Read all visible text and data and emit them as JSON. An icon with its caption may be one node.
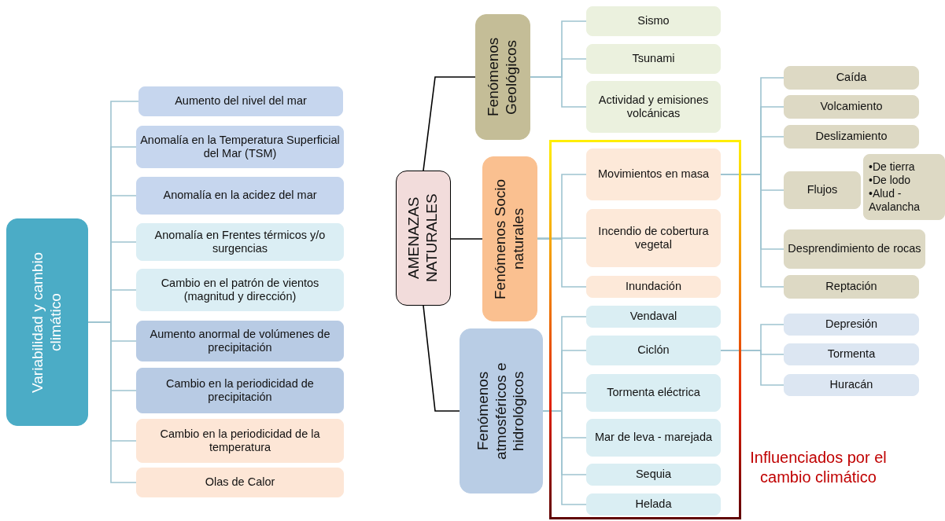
{
  "diagram": {
    "nodes": [
      {
        "text": [
          "Variabilidad y cambio climático"
        ]
      },
      {
        "text": [
          "Aumento del nivel del mar"
        ]
      },
      {
        "text": [
          "Anomalía en la Temperatura Superficial del Mar (TSM)"
        ]
      },
      {
        "text": [
          "Anomalía en la acidez del mar"
        ]
      },
      {
        "text": [
          "Anomalía en Frentes térmicos y/o surgencias"
        ]
      },
      {
        "text": [
          "Cambio en el patrón de vientos (magnitud y dirección)"
        ]
      },
      {
        "text": [
          "Aumento anormal de volúmenes de precipitación"
        ]
      },
      {
        "text": [
          "Cambio en la periodicidad de precipitación"
        ]
      },
      {
        "text": [
          "Cambio en la periodicidad de la temperatura"
        ]
      },
      {
        "text": [
          "Olas de Calor"
        ]
      },
      {
        "text": [
          "AMENAZAS NATURALES"
        ]
      },
      {
        "text": [
          "Fenómenos Geológicos"
        ]
      },
      {
        "text": [
          "Sismo"
        ]
      },
      {
        "text": [
          "Tsunami"
        ]
      },
      {
        "text": [
          "Actividad y emisiones volcánicas"
        ]
      },
      {
        "text": [
          "Fenómenos Socio naturales"
        ]
      },
      {
        "text": [],
        "shape": "box"
      },
      {
        "text": [
          "Movimientos en masa"
        ],
        "in": 16
      },
      {
        "text": [
          "Caída"
        ]
      },
      {
        "text": [
          "Volcamiento"
        ]
      },
      {
        "text": [
          "Deslizamiento"
        ]
      },
      {
        "text": [
          "Flujos"
        ]
      },
      {
        "text": [
          "•De tierra",
          "•De lodo",
          "•Alud - Avalancha"
        ]
      },
      {
        "text": [
          "Desprendimiento de rocas"
        ]
      },
      {
        "text": [
          "Reptación"
        ]
      },
      {
        "text": [
          "Incendio de cobertura vegetal"
        ],
        "in": 16
      },
      {
        "text": [
          "Inundación"
        ],
        "in": 16
      },
      {
        "text": [
          "Fenómenos atmosféricos e hidrológicos"
        ]
      },
      {
        "text": [
          "Vendaval"
        ],
        "in": 16
      },
      {
        "text": [
          "Ciclón"
        ],
        "in": 16
      },
      {
        "text": [
          "Depresión"
        ]
      },
      {
        "text": [
          "Tormenta"
        ]
      },
      {
        "text": [
          "Huracán"
        ]
      },
      {
        "text": [
          "Tormenta eléctrica"
        ],
        "in": 16
      },
      {
        "text": [
          "Mar de leva - marejada"
        ],
        "in": 16
      },
      {
        "text": [
          "Sequia"
        ],
        "in": 16
      },
      {
        "text": [
          "Helada"
        ],
        "in": 16
      }
    ],
    "edges": [
      {
        "from": 0,
        "to": 1,
        "arrow": "none"
      },
      {
        "from": 0,
        "to": 2,
        "arrow": "none"
      },
      {
        "from": 0,
        "to": 3,
        "arrow": "none"
      },
      {
        "from": 0,
        "to": 4,
        "arrow": "none"
      },
      {
        "from": 0,
        "to": 5,
        "arrow": "none"
      },
      {
        "from": 0,
        "to": 6,
        "arrow": "none"
      },
      {
        "from": 0,
        "to": 7,
        "arrow": "none"
      },
      {
        "from": 0,
        "to": 8,
        "arrow": "none"
      },
      {
        "from": 0,
        "to": 9,
        "arrow": "none"
      },
      {
        "from": 10,
        "to": 11,
        "arrow": "none",
        "color": "#000000"
      },
      {
        "from": 10,
        "to": 15,
        "arrow": "none",
        "color": "#000000"
      },
      {
        "from": 10,
        "to": 27,
        "arrow": "none",
        "color": "#000000"
      },
      {
        "from": 11,
        "to": 12,
        "arrow": "none"
      },
      {
        "from": 11,
        "to": 13,
        "arrow": "none"
      },
      {
        "from": 11,
        "to": 14,
        "arrow": "none"
      },
      {
        "from": 15,
        "to": 17,
        "arrow": "none"
      },
      {
        "from": 15,
        "to": 25,
        "arrow": "none"
      },
      {
        "from": 15,
        "to": 26,
        "arrow": "none"
      },
      {
        "from": 17,
        "to": 18,
        "arrow": "none"
      },
      {
        "from": 17,
        "to": 19,
        "arrow": "none"
      },
      {
        "from": 17,
        "to": 20,
        "arrow": "none"
      },
      {
        "from": 17,
        "to": 21,
        "arrow": "none"
      },
      {
        "from": 17,
        "to": 23,
        "arrow": "none"
      },
      {
        "from": 17,
        "to": 24,
        "arrow": "none"
      },
      {
        "from": 27,
        "to": 28,
        "arrow": "none"
      },
      {
        "from": 27,
        "to": 29,
        "arrow": "none"
      },
      {
        "from": 27,
        "to": 33,
        "arrow": "none"
      },
      {
        "from": 27,
        "to": 34,
        "arrow": "none"
      },
      {
        "from": 27,
        "to": 35,
        "arrow": "none"
      },
      {
        "from": 27,
        "to": 36,
        "arrow": "none"
      },
      {
        "from": 29,
        "to": 30,
        "arrow": "none"
      },
      {
        "from": 29,
        "to": 31,
        "arrow": "none"
      },
      {
        "from": 29,
        "to": 32,
        "arrow": "none"
      }
    ],
    "labels": [
      "Influenciados por el cambio climático"
    ]
  }
}
